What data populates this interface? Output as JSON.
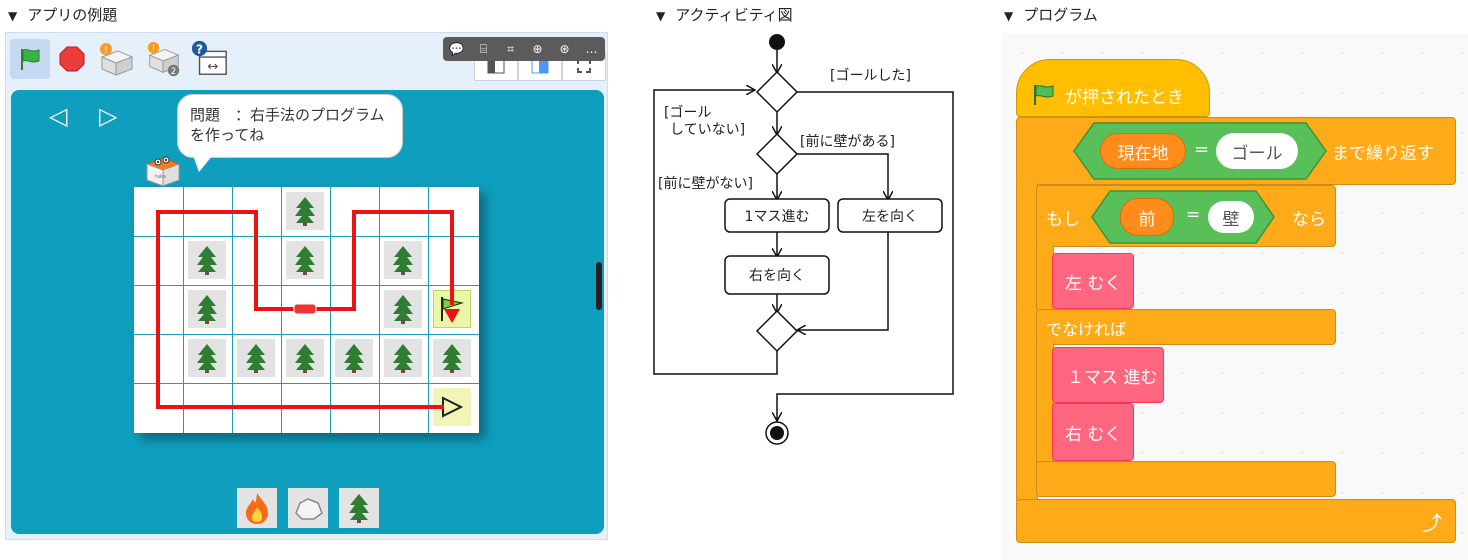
{
  "sections": {
    "app_title": "アプリの例題",
    "diagram_title": "アクティビティ図",
    "program_title": "プログラム",
    "marker": "▼"
  },
  "app": {
    "overlay_icons": [
      "comment-icon",
      "align-icon",
      "crop-icon",
      "zoom-icon",
      "download-icon",
      "more-icon"
    ],
    "overlay_glyphs": [
      "💬",
      "⌸",
      "⌗",
      "⊕",
      "⊛",
      "…"
    ],
    "nav_prev": "◁",
    "nav_next": "▷",
    "bubble_text": "問題　：右手法のプログラムを作ってね",
    "robot_label": "taka",
    "badge2": "2",
    "colors": {
      "stage": "#0f9ebd",
      "path": "#ee1111",
      "grid_line": "#1a9fb3"
    },
    "palette": [
      "fire-icon",
      "rock-icon",
      "tree-icon"
    ]
  },
  "diagram": {
    "label_goal_reached": "[ゴールした]",
    "label_not_goal_1": "[ゴール",
    "label_not_goal_2": "していない]",
    "label_wall": "[前に壁がある]",
    "label_no_wall": "[前に壁がない]",
    "action_forward": "1マス進む",
    "action_left": "左を向く",
    "action_right": "右を向く"
  },
  "program": {
    "hat": "が押されたとき",
    "repeat_var": "現在地",
    "repeat_eq": "=",
    "repeat_value": "ゴール",
    "repeat_suffix": "まで繰り返す",
    "if_prefix": "もし",
    "if_var": "前",
    "if_eq": "=",
    "if_value": "壁",
    "if_suffix": "なら",
    "then_block": "左 むく",
    "else_label": "でなければ",
    "else_block1": "１マス 進む",
    "else_block2": "右 むく",
    "loop_arrow": "⤴",
    "colors": {
      "control": "#ffab19",
      "event": "#ffbf00",
      "operator": "#59c059",
      "motion": "#ff6680",
      "variable": "#ff8c1a"
    }
  }
}
